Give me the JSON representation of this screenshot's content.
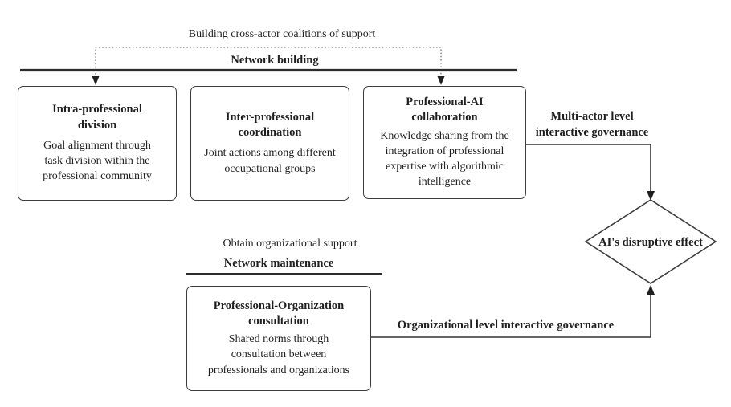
{
  "diagram": {
    "top_flow": {
      "coalition_label": "Building cross-actor coalitions of support",
      "section_label": "Network building",
      "boxes": [
        {
          "title": "Intra-professional\ndivision",
          "body": "Goal alignment through\ntask division within the\nprofessional community"
        },
        {
          "title": "Inter-professional\ncoordination",
          "body": "Joint actions among different\noccupational groups"
        },
        {
          "title": "Professional-AI\ncollaboration",
          "body": "Knowledge sharing from the\nintegration of professional\nexpertise with algorithmic\nintelligence"
        }
      ],
      "governance_label": "Multi-actor level\ninteractive governance"
    },
    "bottom_flow": {
      "support_label": "Obtain organizational support",
      "section_label": "Network maintenance",
      "box": {
        "title": "Professional-Organization\nconsultation",
        "body": "Shared norms through\nconsultation between\nprofessionals and organizations"
      },
      "governance_label": "Organizational level interactive governance"
    },
    "outcome": {
      "label": "AI's disruptive effect"
    },
    "colors": {
      "line": "#333333",
      "thick_line": "#2b2b2b",
      "dotted_line": "#777777",
      "text": "#1f1f1f",
      "background": "#ffffff"
    }
  }
}
